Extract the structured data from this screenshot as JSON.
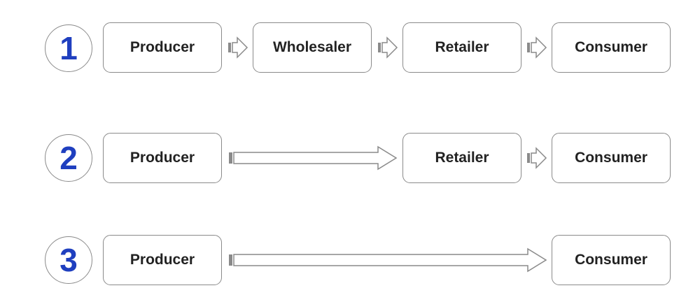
{
  "rows": [
    {
      "number": "1",
      "nodes": [
        "Producer",
        "Wholesaler",
        "Retailer",
        "Consumer"
      ]
    },
    {
      "number": "2",
      "nodes": [
        "Producer",
        "Retailer",
        "Consumer"
      ]
    },
    {
      "number": "3",
      "nodes": [
        "Producer",
        "Consumer"
      ]
    }
  ],
  "colors": {
    "number": "#1f3fbf",
    "border": "#8a8a8a",
    "text": "#222222"
  }
}
